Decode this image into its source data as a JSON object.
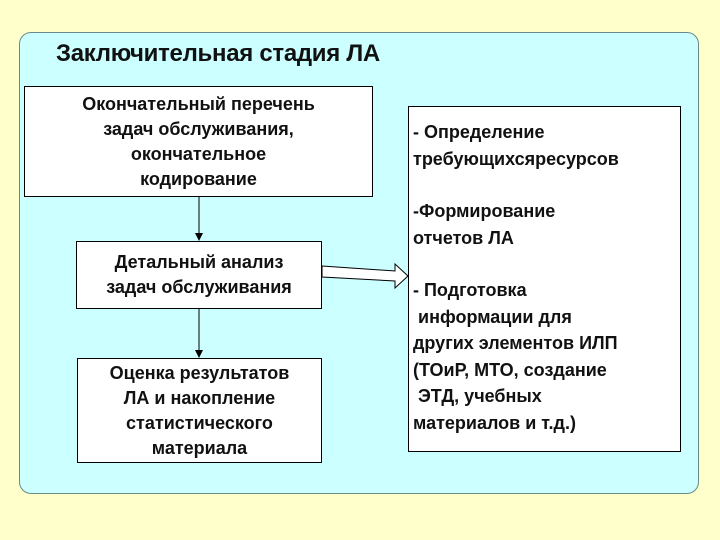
{
  "title": "Заключительная стадия ЛА",
  "box1": [
    "Окончательный перечень",
    "задач обслуживания,",
    "окончательное",
    "кодирование"
  ],
  "box2": [
    "Детальный анализ",
    "задач обслуживания"
  ],
  "box3": [
    "Оценка результатов",
    "ЛА и накопление",
    "статистического",
    "материала"
  ],
  "box4": [
    "- Определение",
    "требующихсяресурсов",
    "-Формирование",
    "отчетов ЛА",
    "- Подготовка",
    " информации для",
    "других элементов ИЛП",
    "(ТОиР, МТО, создание",
    " ЭТД, учебных",
    "материалов и т.д.)"
  ]
}
